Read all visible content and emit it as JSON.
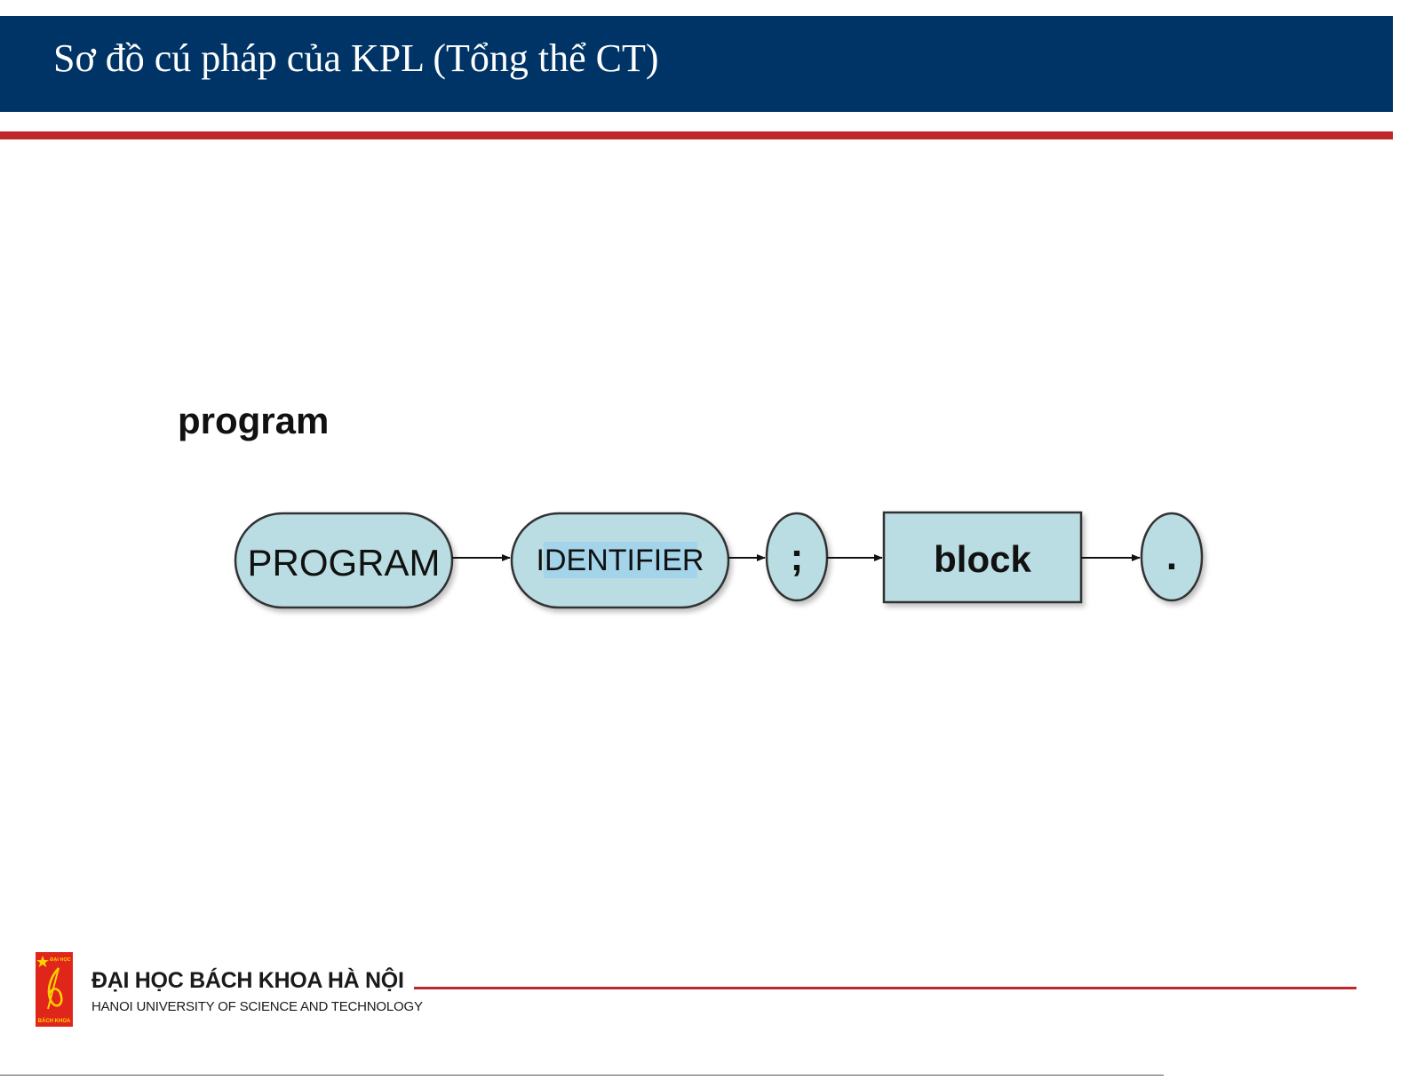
{
  "slide": {
    "title": "Sơ đồ cú pháp của KPL (Tổng thể CT)"
  },
  "diagram": {
    "rule_name": "program",
    "nodes": [
      {
        "label": "PROGRAM",
        "kind": "terminal"
      },
      {
        "label": "IDENTIFIER",
        "kind": "terminal"
      },
      {
        "label": ";",
        "kind": "terminal"
      },
      {
        "label": "block",
        "kind": "nonterminal"
      },
      {
        "label": ".",
        "kind": "terminal"
      }
    ],
    "colors": {
      "node_fill": "#b9dde2",
      "highlight_fill": "#a3d4ea",
      "stroke": "#333333"
    }
  },
  "footer": {
    "university_vn": "ĐẠI HỌC BÁCH KHOA HÀ NỘI",
    "university_en": "HANOI UNIVERSITY OF SCIENCE AND TECHNOLOGY",
    "logo_top_text": "ĐẠI HỌC",
    "logo_bottom_text": "BÁCH KHOA"
  },
  "colors": {
    "title_bar": "#003466",
    "accent_red": "#c0272d"
  }
}
